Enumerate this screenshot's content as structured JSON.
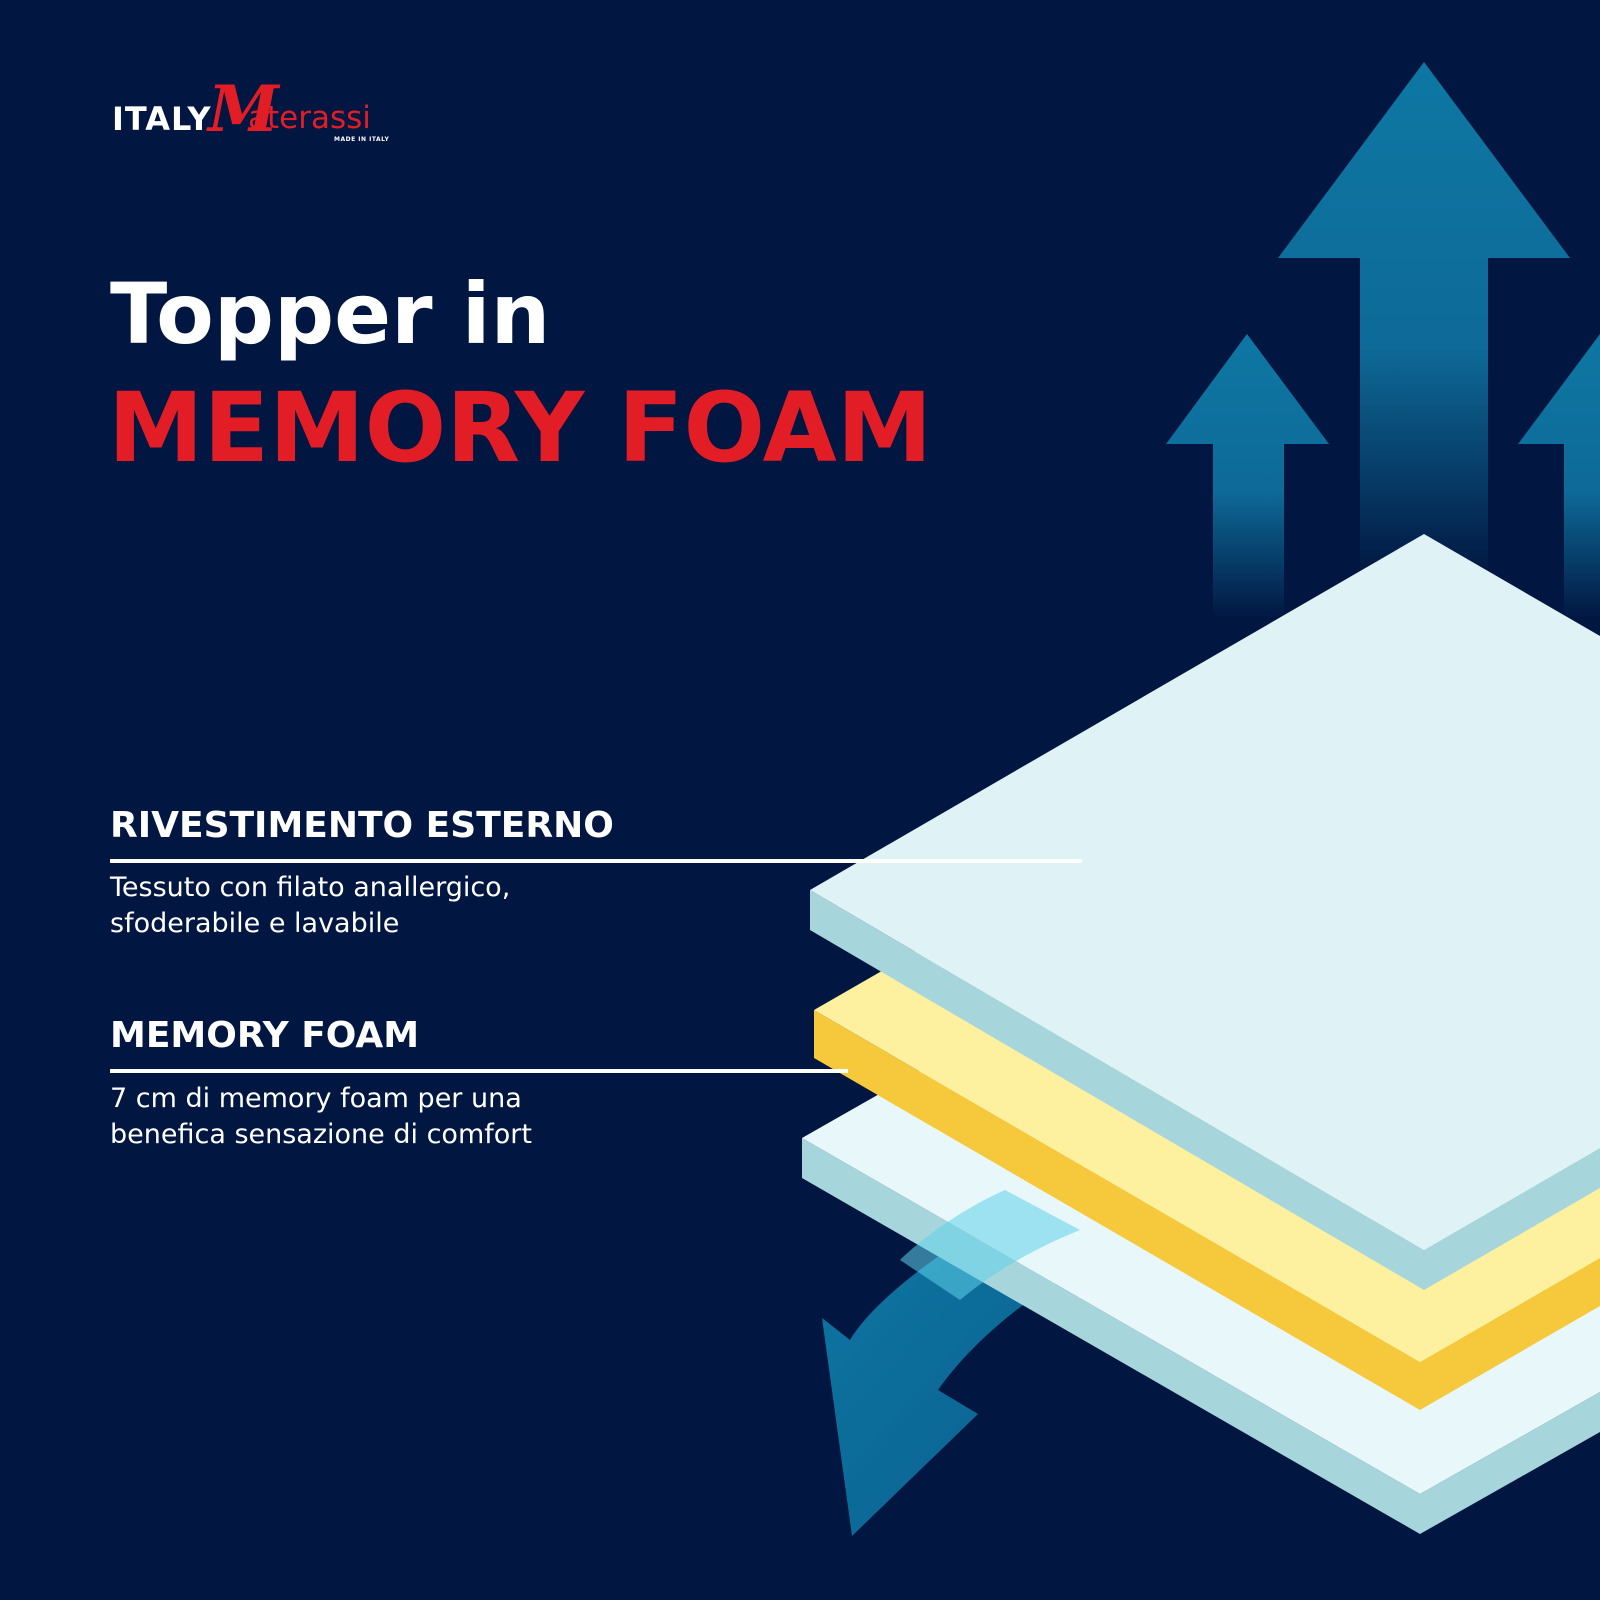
{
  "brand": {
    "name_part1": "ITALY",
    "name_initial": "M",
    "name_part2": "aterassi",
    "tagline": "MADE IN ITALY"
  },
  "title": {
    "line1": "Topper in",
    "line2": "MEMORY FOAM"
  },
  "features": [
    {
      "heading": "RIVESTIMENTO ESTERNO",
      "description_line1": "Tessuto con filato anallergico,",
      "description_line2": "sfoderabile e lavabile"
    },
    {
      "heading": "MEMORY FOAM",
      "description_line1": "7 cm di memory foam per una",
      "description_line2": "benefica sensazione di comfort"
    }
  ],
  "colors": {
    "background": "#011640",
    "accent": "#e21d26",
    "arrow": "#0e77a3",
    "cover_layer": "#dff3f6",
    "foam_layer": "#fdf1a0"
  }
}
